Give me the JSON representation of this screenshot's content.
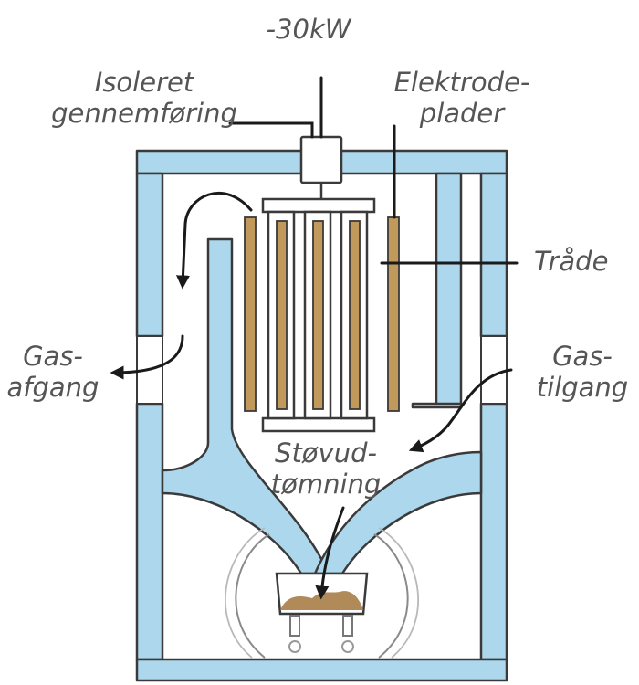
{
  "labels": {
    "power": "-30kW",
    "insulated_feedthrough": [
      "Isoleret",
      "gennemføring"
    ],
    "electrode_plates": [
      "Elektrode-",
      "plader"
    ],
    "wires": "Tråde",
    "gas_outlet": [
      "Gas-",
      "afgang"
    ],
    "gas_inlet": [
      "Gas-",
      "tilgang"
    ],
    "dust_discharge": [
      "Støvud-",
      "tømning"
    ]
  },
  "colors": {
    "wall_fill": "#acd7ec",
    "outline": "#3a3a3a",
    "electrode_plate": "#c19a5b",
    "dust": "#b08a58",
    "label_text": "#555555"
  }
}
